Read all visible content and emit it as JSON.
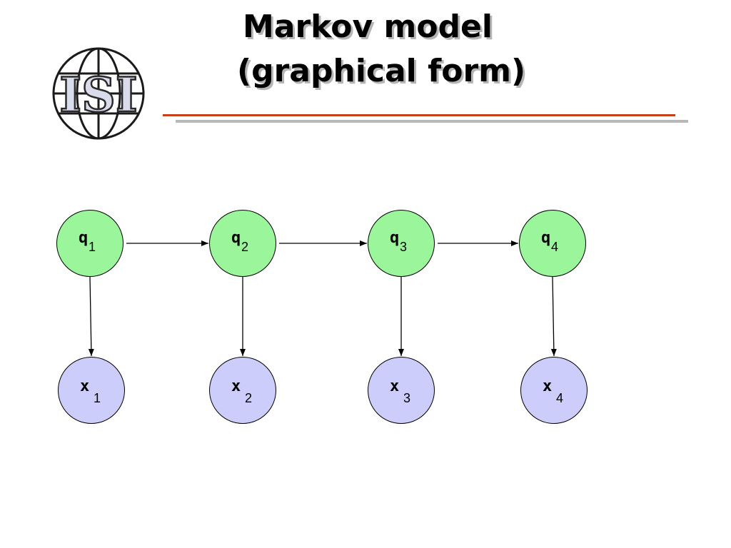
{
  "title": {
    "line1": "Markov model",
    "line2": "(graphical form)"
  },
  "logo": {
    "text": "ISI"
  },
  "diagram": {
    "hidden_nodes": [
      {
        "symbol": "q",
        "index": "1"
      },
      {
        "symbol": "q",
        "index": "2"
      },
      {
        "symbol": "q",
        "index": "3"
      },
      {
        "symbol": "q",
        "index": "4"
      }
    ],
    "observed_nodes": [
      {
        "symbol": "x",
        "index": "1"
      },
      {
        "symbol": "x",
        "index": "2"
      },
      {
        "symbol": "x",
        "index": "3"
      },
      {
        "symbol": "x",
        "index": "4"
      }
    ],
    "colors": {
      "hidden_fill": "#9bf59b",
      "observed_fill": "#cccdfb",
      "rule_accent": "#c8401a",
      "rule_shadow": "#b8b8b8"
    }
  }
}
